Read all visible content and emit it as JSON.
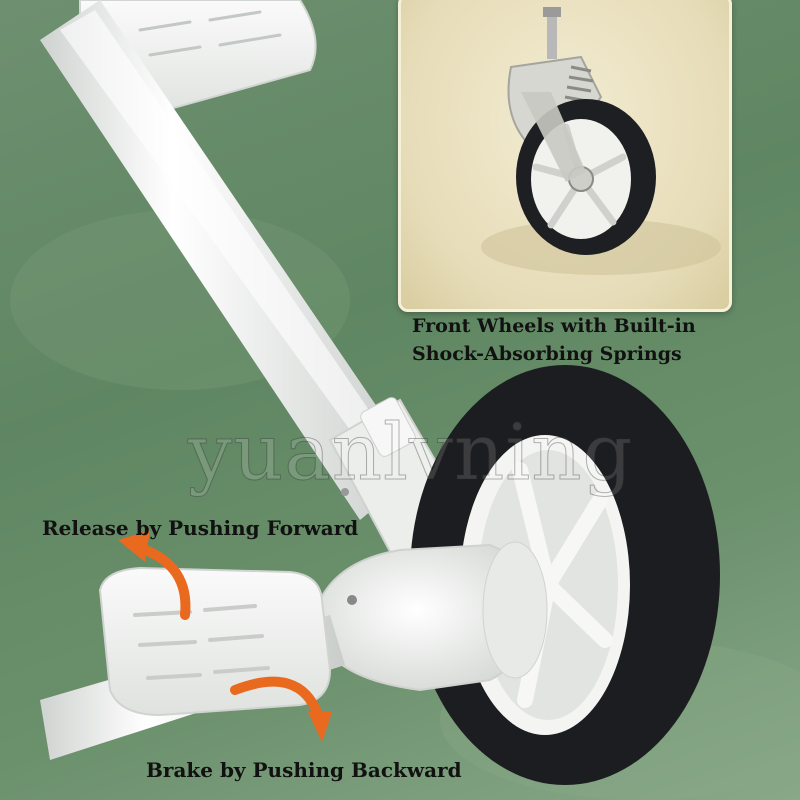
{
  "captions": {
    "front_wheels_line1": "Front Wheels with Built-in",
    "front_wheels_line2": "Shock-Absorbing Springs",
    "release": "Release by Pushing Forward",
    "brake": "Brake by Pushing Backward"
  },
  "watermark": "yuanlvning",
  "colors": {
    "background_green": "#64896a",
    "inset_cream": "#efe6c6",
    "tire_black": "#1c1d20",
    "frame_white": "#f2f3f1",
    "arrow_orange": "#e9691e"
  },
  "icons": {
    "arrow_forward": "curved-arrow-up-icon",
    "arrow_backward": "curved-arrow-down-icon"
  }
}
